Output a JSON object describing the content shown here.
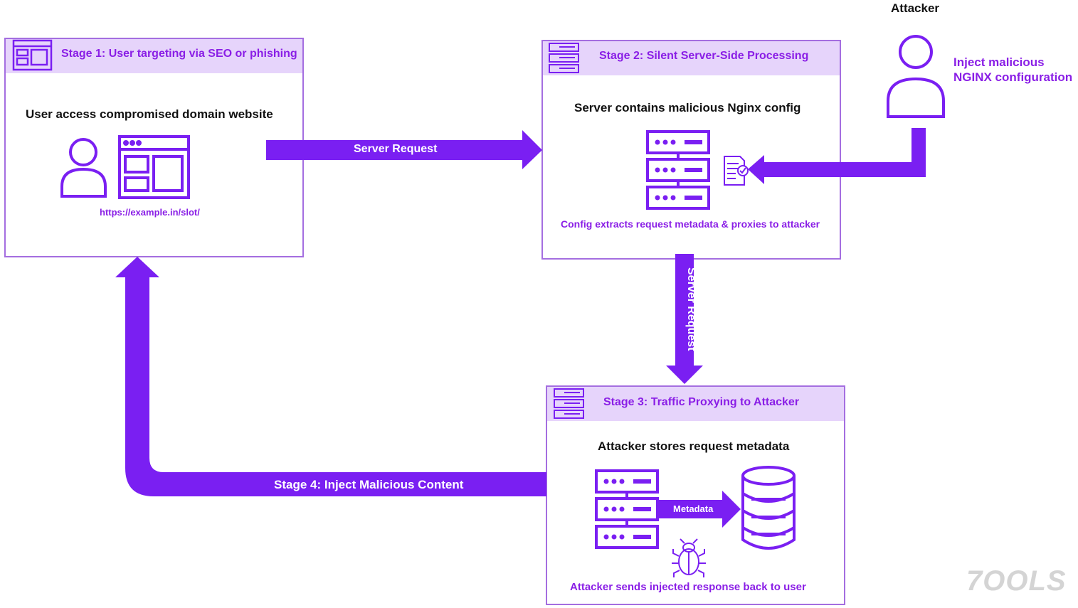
{
  "colors": {
    "accent": "#7a1ff2",
    "header_fill": "#e6d4fb",
    "border": "#a46ee0",
    "text_accent": "#8a1ee6"
  },
  "stage1": {
    "title": "Stage 1: User targeting via SEO or phishing",
    "heading": "User access compromised domain website",
    "url": "https://example.in/slot/",
    "icons": [
      "browser-window-icon",
      "user-icon",
      "website-layout-icon"
    ]
  },
  "stage2": {
    "title": "Stage 2: Silent Server-Side Processing",
    "heading": "Server contains malicious Nginx config",
    "caption": "Config extracts request metadata & proxies to attacker",
    "icons": [
      "server-rack-icon",
      "config-file-icon"
    ]
  },
  "stage3": {
    "title": "Stage 3: Traffic Proxying to Attacker",
    "heading": "Attacker stores request metadata",
    "metadata_label": "Metadata",
    "caption": "Attacker sends injected response back to user",
    "icons": [
      "server-rack-icon",
      "database-icon",
      "bug-icon"
    ]
  },
  "attacker": {
    "label": "Attacker",
    "action_line1": "Inject malicious",
    "action_line2": "NGINX configuration"
  },
  "arrows": {
    "server_request_horizontal": "Server Request",
    "server_request_vertical": "Server Request",
    "stage4": "Stage 4: Inject Malicious Content"
  },
  "watermark": "7OOLS"
}
